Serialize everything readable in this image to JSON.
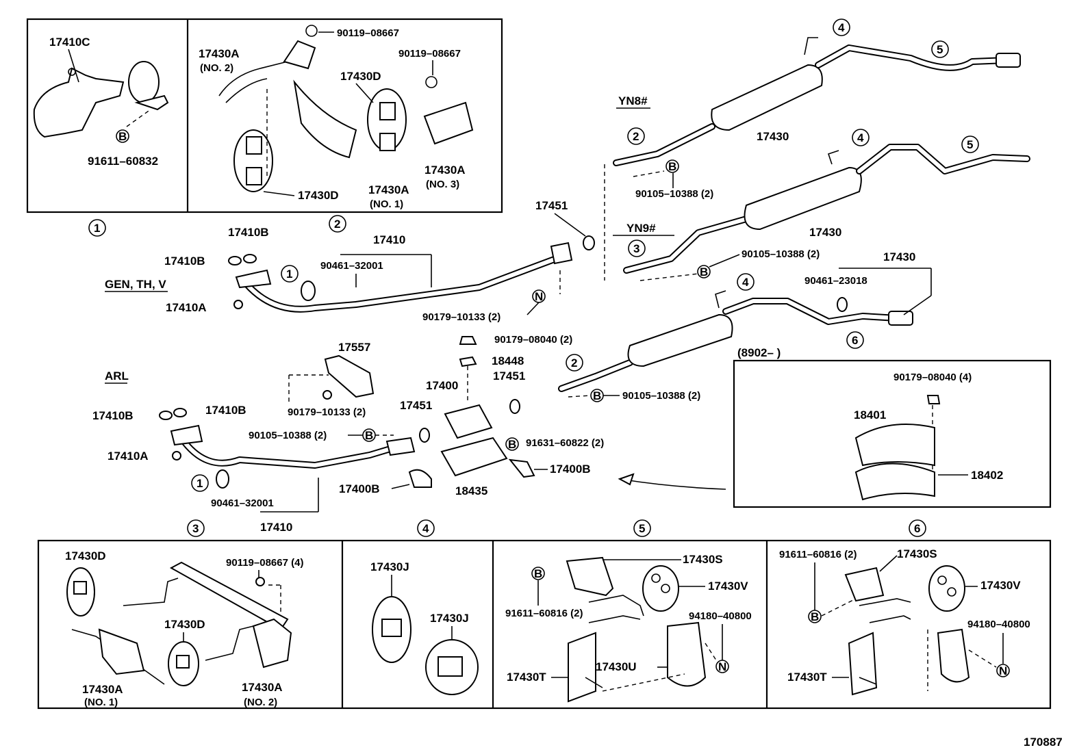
{
  "labels": {
    "p17410C": "17410C",
    "p91611_60832": "91611–60832",
    "p90119_08667_a": "90119–08667",
    "p90119_08667_b": "90119–08667",
    "p17430A_no2": "17430A",
    "no2_a": "(NO. 2)",
    "p17430D_a": "17430D",
    "p17430D_b": "17430D",
    "p17430A_no1": "17430A",
    "no1_a": "(NO. 1)",
    "p17430A_no3": "17430A",
    "no3": "(NO. 3)",
    "yn8": "YN8#",
    "yn9": "YN9#",
    "p17430_a": "17430",
    "p17430_b": "17430",
    "p17430_c": "17430",
    "p90105_10388_a": "90105–10388 (2)",
    "p90105_10388_b": "90105–10388 (2)",
    "p90105_10388_c": "90105–10388 (2)",
    "p90105_10388_d": "90105–10388 (2)",
    "p17451_a": "17451",
    "p17451_b": "17451",
    "p17451_c": "17451",
    "p17410B_top": "17410B",
    "p17410B_l": "17410B",
    "p17410_top": "17410",
    "p90461_32001_top": "90461–32001",
    "gen": "GEN, TH, V",
    "p17410A_top": "17410A",
    "p90179_10133_a": "90179–10133 (2)",
    "p90461_23018": "90461–23018",
    "p90179_08040_a": "90179–08040 (2)",
    "p18448": "18448",
    "p17557": "17557",
    "arl": "ARL",
    "p17400": "17400",
    "p17410B_a": "17410B",
    "p17410B_b": "17410B",
    "p90179_10133_b": "90179–10133 (2)",
    "p17410A_b": "17410A",
    "p91631_60822": "91631–60822 (2)",
    "p17400B_a": "17400B",
    "p17400B_b": "17400B",
    "p18435": "18435",
    "p90461_32001_b": "90461–32001",
    "p17410_b": "17410",
    "date": "(8902–        )",
    "p90179_08040_b": "90179–08040 (4)",
    "p18401": "18401",
    "p18402": "18402",
    "p17430D_c": "17430D",
    "p90119_08667_4": "90119–08667 (4)",
    "p17430D_d": "17430D",
    "p17430A_no1_b": "17430A",
    "no1_b": "(NO. 1)",
    "p17430A_no2_b": "17430A",
    "no2_b": "(NO. 2)",
    "p17430J_a": "17430J",
    "p17430J_b": "17430J",
    "p17430S_a": "17430S",
    "p17430V_a": "17430V",
    "p91611_60816_a": "91611–60816 (2)",
    "p94180_40800_a": "94180–40800",
    "p17430U": "17430U",
    "p17430T_a": "17430T",
    "p91611_60816_b": "91611–60816 (2)",
    "p17430S_b": "17430S",
    "p17430V_b": "17430V",
    "p94180_40800_b": "94180–40800",
    "p17430T_b": "17430T",
    "fig": "170887"
  },
  "callouts": {
    "c1": "1",
    "c2": "2",
    "c3": "3",
    "c4": "4",
    "c5": "5",
    "c6": "6",
    "B": "B",
    "N": "N"
  }
}
